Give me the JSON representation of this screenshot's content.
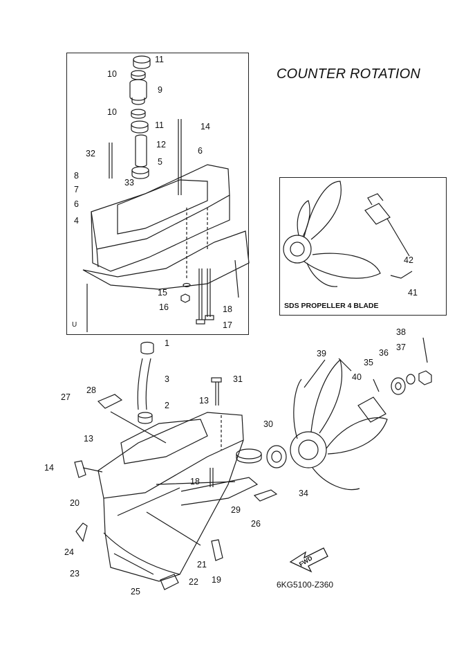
{
  "diagram": {
    "title": "COUNTER ROTATION",
    "inset_caption": "SDS PROPELLER 4 BLADE",
    "drawing_code": "6KG5100-Z360",
    "u_mark": "U",
    "fwd_label": "FWD",
    "callouts_top": [
      "11",
      "10",
      "9",
      "10",
      "11",
      "14",
      "12",
      "32",
      "6",
      "5",
      "8",
      "33",
      "7",
      "6",
      "4",
      "15",
      "16",
      "18",
      "17"
    ],
    "callouts_inset": [
      "42",
      "41"
    ],
    "callouts_bottom": [
      "1",
      "3",
      "31",
      "28",
      "27",
      "2",
      "13",
      "13",
      "14",
      "20",
      "30",
      "18",
      "29",
      "34",
      "26",
      "38",
      "37",
      "39",
      "36",
      "35",
      "40",
      "24",
      "23",
      "21",
      "19",
      "25",
      "22"
    ]
  }
}
